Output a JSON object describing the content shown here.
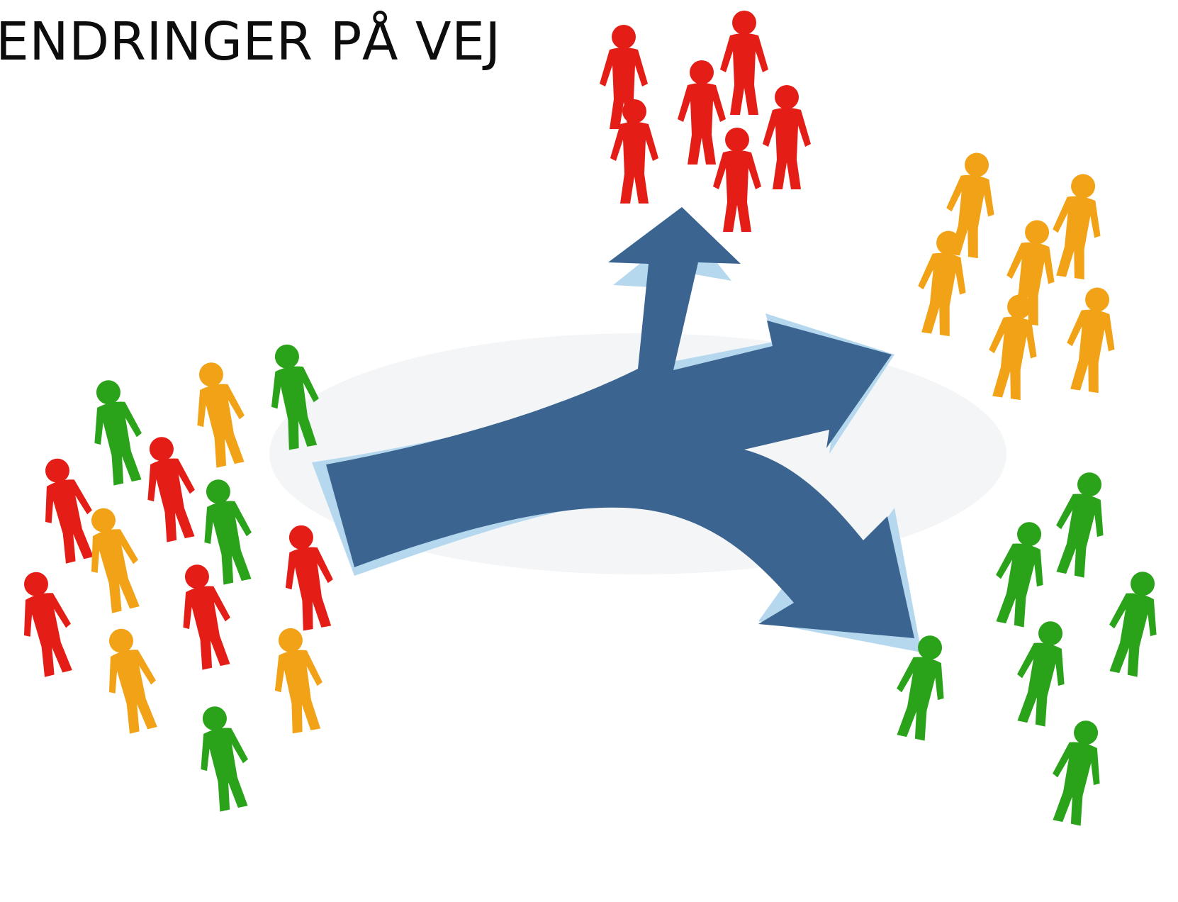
{
  "slide": {
    "title": "ENDRINGER PÅ VEJ"
  },
  "colors": {
    "arrow": "#3b6590",
    "arrow_edge": "#b6d8ef",
    "red": "#e41e17",
    "orange": "#f2a216",
    "green": "#2aa31b"
  },
  "groups": [
    {
      "name": "mixed-group",
      "colors": [
        "green",
        "orange",
        "green",
        "red",
        "red",
        "green",
        "orange",
        "red",
        "red",
        "red",
        "orange",
        "orange",
        "green"
      ]
    },
    {
      "name": "red-group",
      "colors": [
        "red",
        "red",
        "red",
        "red",
        "red",
        "red"
      ]
    },
    {
      "name": "orange-group",
      "colors": [
        "orange",
        "orange",
        "orange",
        "orange",
        "orange",
        "orange"
      ]
    },
    {
      "name": "green-group",
      "colors": [
        "green",
        "green",
        "green",
        "green",
        "green",
        "green"
      ]
    }
  ]
}
